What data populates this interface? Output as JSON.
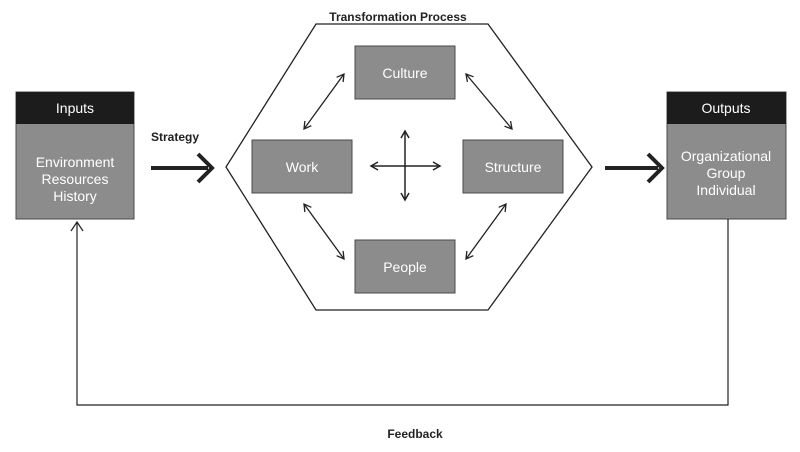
{
  "title": "Transformation Process",
  "strategy_label": "Strategy",
  "feedback_label": "Feedback",
  "inputs": {
    "header": "Inputs",
    "lines": [
      "Environment",
      "Resources",
      "History"
    ]
  },
  "outputs": {
    "header": "Outputs",
    "lines": [
      "Organizational",
      "Group",
      "Individual"
    ]
  },
  "process": {
    "culture": "Culture",
    "work": "Work",
    "structure": "Structure",
    "people": "People"
  },
  "colors": {
    "header_fill": "#1c1c1c",
    "box_fill": "#8c8c8c",
    "box_stroke": "#4a4a4a",
    "line": "#222222"
  }
}
